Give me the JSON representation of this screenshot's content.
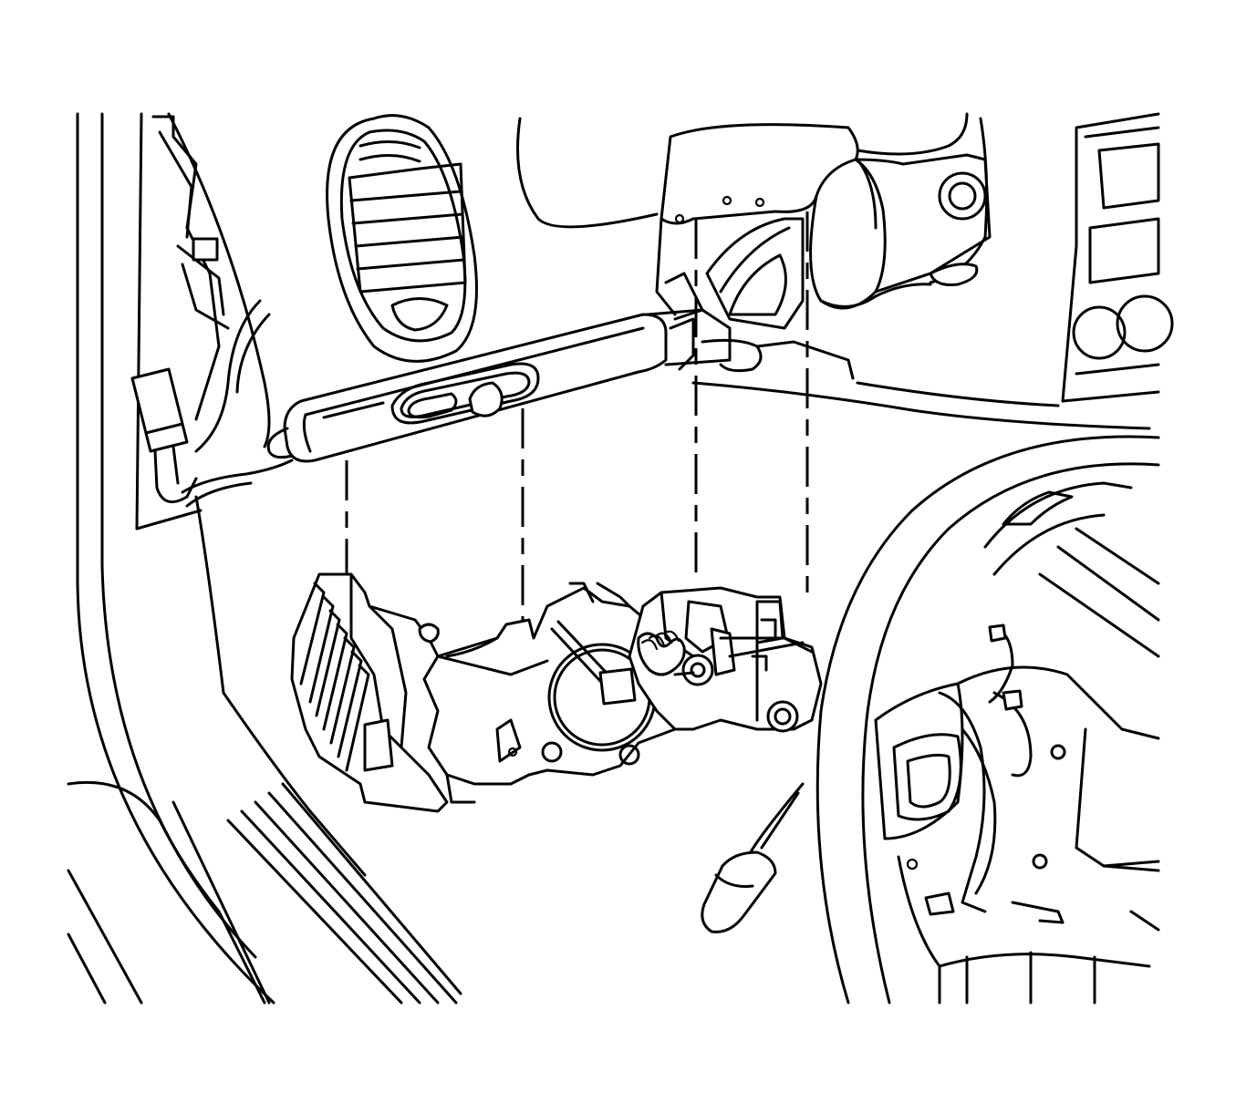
{
  "figure": {
    "kind": "exploded installation diagram",
    "style": "black line art on white",
    "components": [
      "a-pillar-trim",
      "instrument-panel-air-vent",
      "knee-bolster-trim-panel",
      "steering-column-shroud",
      "radio-control-panel",
      "ignition-lock-cylinder-housing",
      "ignition-switch-assembly",
      "turn-signal-lever",
      "steering-wheel",
      "wiring-harness-connector",
      "door-sill-plate"
    ],
    "alignment_guides": 4,
    "colors": {
      "line": "#000000",
      "background": "#ffffff"
    }
  }
}
